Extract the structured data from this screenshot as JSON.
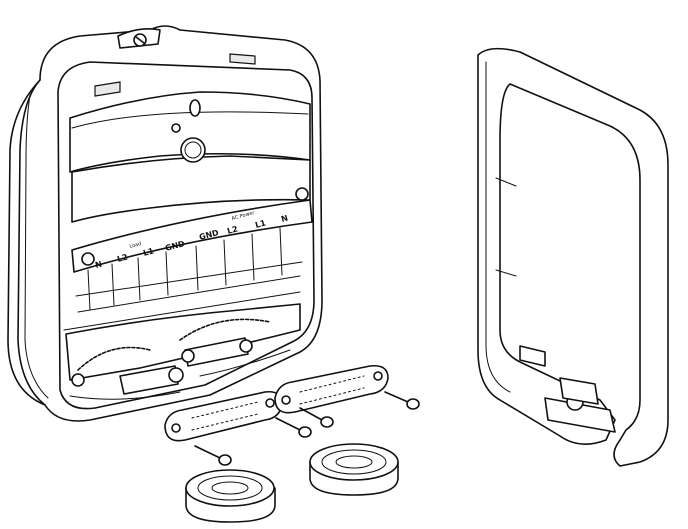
{
  "terminal_labels": {
    "load_heading": "Load",
    "ac_power_heading": "AC Power",
    "left_group": [
      "N",
      "L2",
      "L1",
      "GND"
    ],
    "right_group": [
      "GND",
      "L2",
      "L1",
      "N"
    ]
  }
}
